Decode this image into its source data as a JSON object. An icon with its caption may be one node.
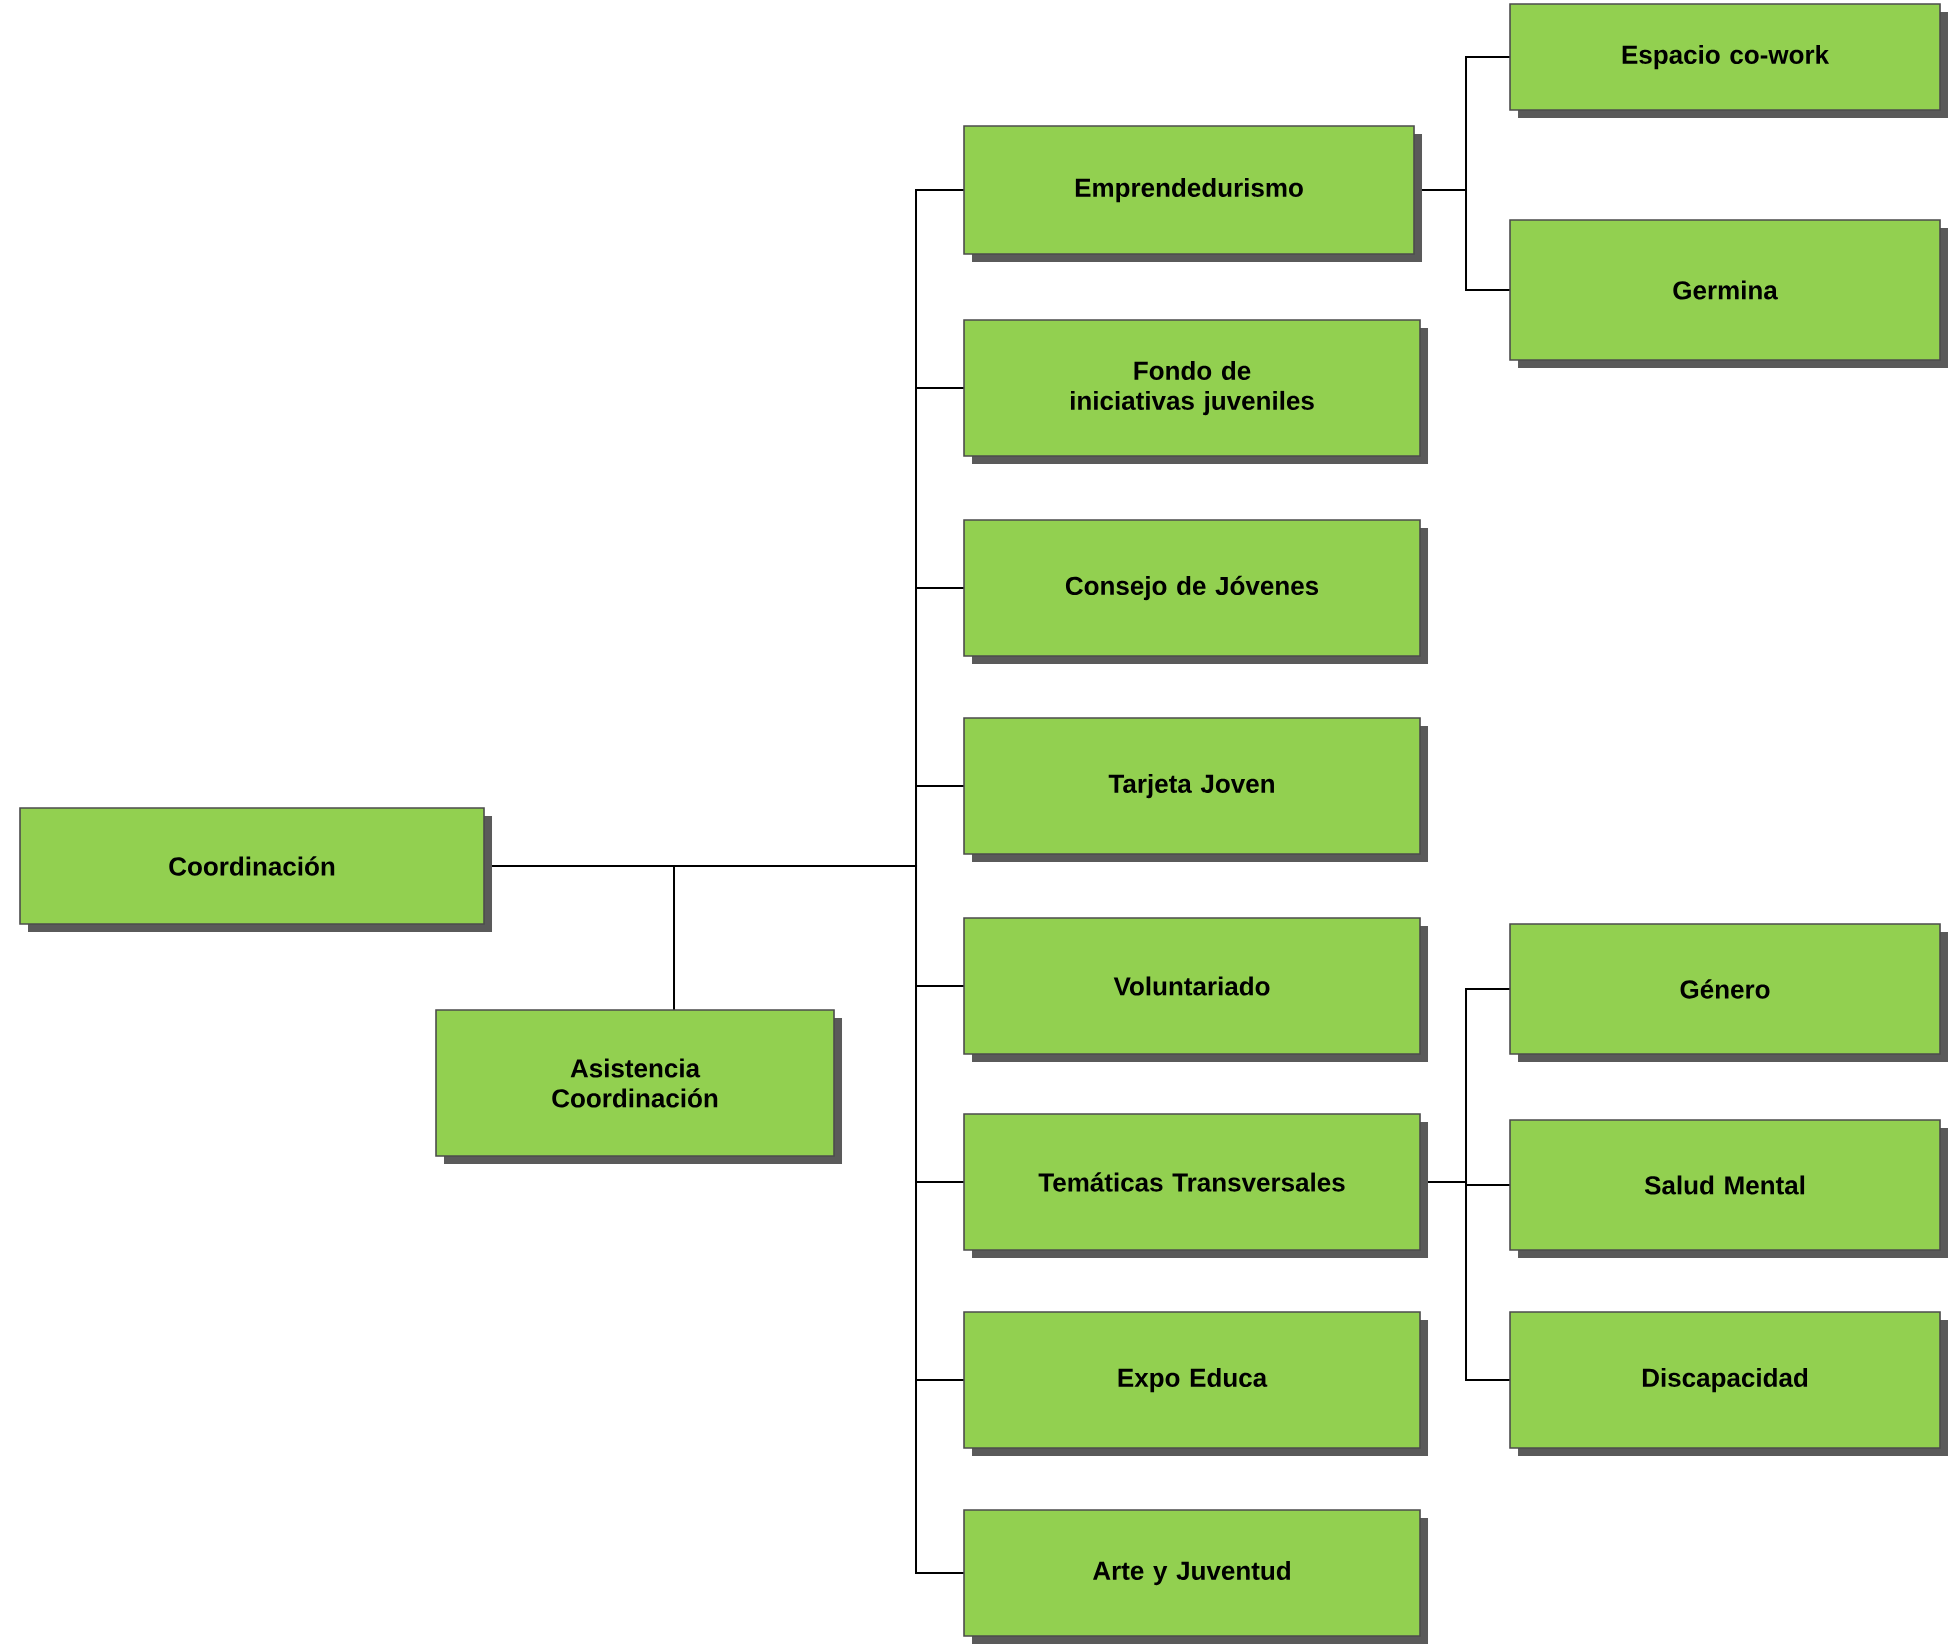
{
  "diagram": {
    "nodes": [
      {
        "text": [
          "Coordinación"
        ]
      },
      {
        "text": [
          "Asistencia Coordinación"
        ]
      },
      {
        "text": [
          "Emprendedurismo"
        ]
      },
      {
        "text": [
          "Fondo de iniciativas juveniles"
        ]
      },
      {
        "text": [
          "Consejo de Jóvenes"
        ]
      },
      {
        "text": [
          "Tarjeta Joven"
        ]
      },
      {
        "text": [
          "Voluntariado"
        ]
      },
      {
        "text": [
          "Temáticas Transversales"
        ]
      },
      {
        "text": [
          "Expo Educa"
        ]
      },
      {
        "text": [
          "Arte y Juventud"
        ]
      },
      {
        "text": [
          "Espacio co-work"
        ]
      },
      {
        "text": [
          "Germina"
        ]
      },
      {
        "text": [
          "Género"
        ]
      },
      {
        "text": [
          "Salud Mental"
        ]
      },
      {
        "text": [
          "Discapacidad"
        ]
      }
    ],
    "edges": [
      {
        "from": 0,
        "to": 1,
        "arrow": "none"
      },
      {
        "from": 0,
        "to": 2,
        "arrow": "none"
      },
      {
        "from": 0,
        "to": 3,
        "arrow": "none"
      },
      {
        "from": 0,
        "to": 4,
        "arrow": "none"
      },
      {
        "from": 0,
        "to": 5,
        "arrow": "none"
      },
      {
        "from": 0,
        "to": 6,
        "arrow": "none"
      },
      {
        "from": 0,
        "to": 7,
        "arrow": "none"
      },
      {
        "from": 0,
        "to": 8,
        "arrow": "none"
      },
      {
        "from": 0,
        "to": 9,
        "arrow": "none"
      },
      {
        "from": 2,
        "to": 10,
        "arrow": "none"
      },
      {
        "from": 2,
        "to": 11,
        "arrow": "none"
      },
      {
        "from": 7,
        "to": 12,
        "arrow": "none"
      },
      {
        "from": 7,
        "to": 13,
        "arrow": "none"
      },
      {
        "from": 7,
        "to": 14,
        "arrow": "none"
      }
    ]
  }
}
